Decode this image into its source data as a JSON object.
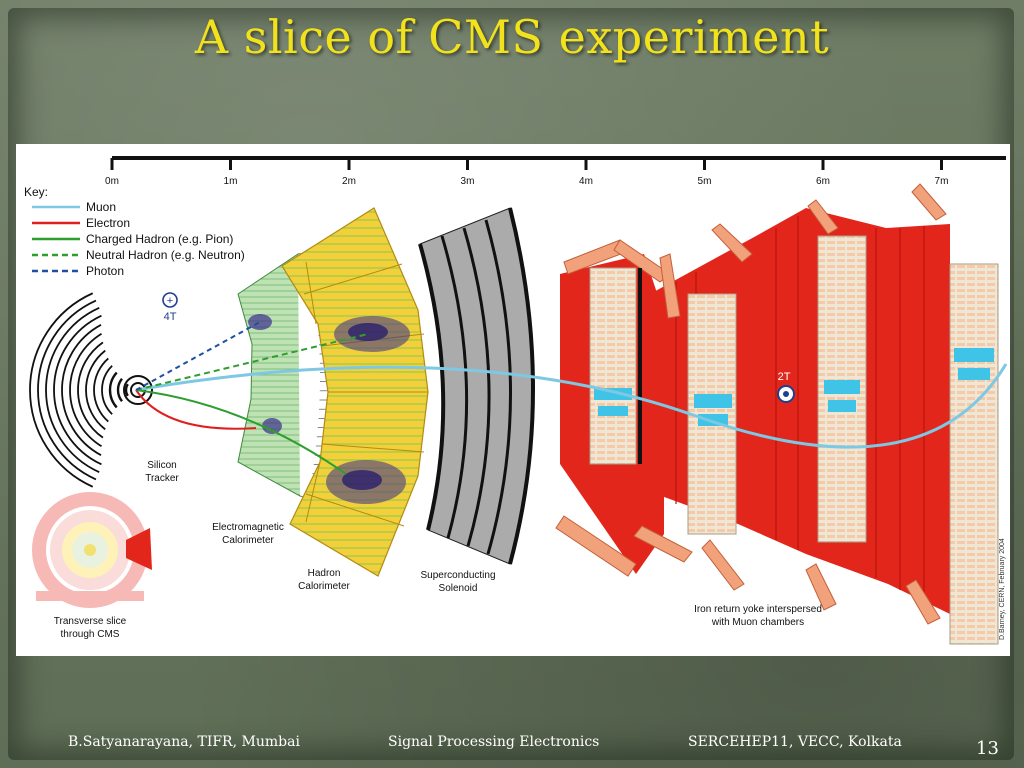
{
  "slide": {
    "title": "A slice of CMS experiment",
    "footer_left": "B.Satyanarayana, TIFR, Mumbai",
    "footer_center": "Signal Processing Electronics",
    "footer_right": "SERCEHEP11, VECC, Kolkata",
    "page_number": "13"
  },
  "diagram": {
    "scale_ticks": [
      "0m",
      "1m",
      "2m",
      "3m",
      "4m",
      "5m",
      "6m",
      "7m"
    ],
    "key_title": "Key:",
    "key": [
      {
        "label": "Muon",
        "color": "#7ec8e3",
        "style": "solid"
      },
      {
        "label": "Electron",
        "color": "#e02020",
        "style": "solid"
      },
      {
        "label": "Charged Hadron (e.g. Pion)",
        "color": "#2e9e2e",
        "style": "solid"
      },
      {
        "label": "Neutral Hadron (e.g. Neutron)",
        "color": "#2e9e2e",
        "style": "dashed"
      },
      {
        "label": "Photon",
        "color": "#1f4fa0",
        "style": "dashed"
      }
    ],
    "field_inner": "4T",
    "field_outer": "2T",
    "labels": {
      "tracker": "Silicon\nTracker",
      "ecal": "Electromagnetic\nCalorimeter",
      "hcal": "Hadron\nCalorimeter",
      "solenoid": "Superconducting\nSolenoid",
      "yoke": "Iron return yoke interspersed\nwith Muon chambers",
      "inset": "Transverse slice\nthrough CMS"
    },
    "credit": "D.Barney, CERN, February 2004",
    "colors": {
      "calorimeter": "#f4cf3a",
      "yoke": "#e3261c",
      "yoke_edge": "#f2a27a",
      "tracker": "#a9d6a0",
      "solenoid": "#a9a9a9",
      "muon_chamber": "#3fc4e8"
    }
  }
}
